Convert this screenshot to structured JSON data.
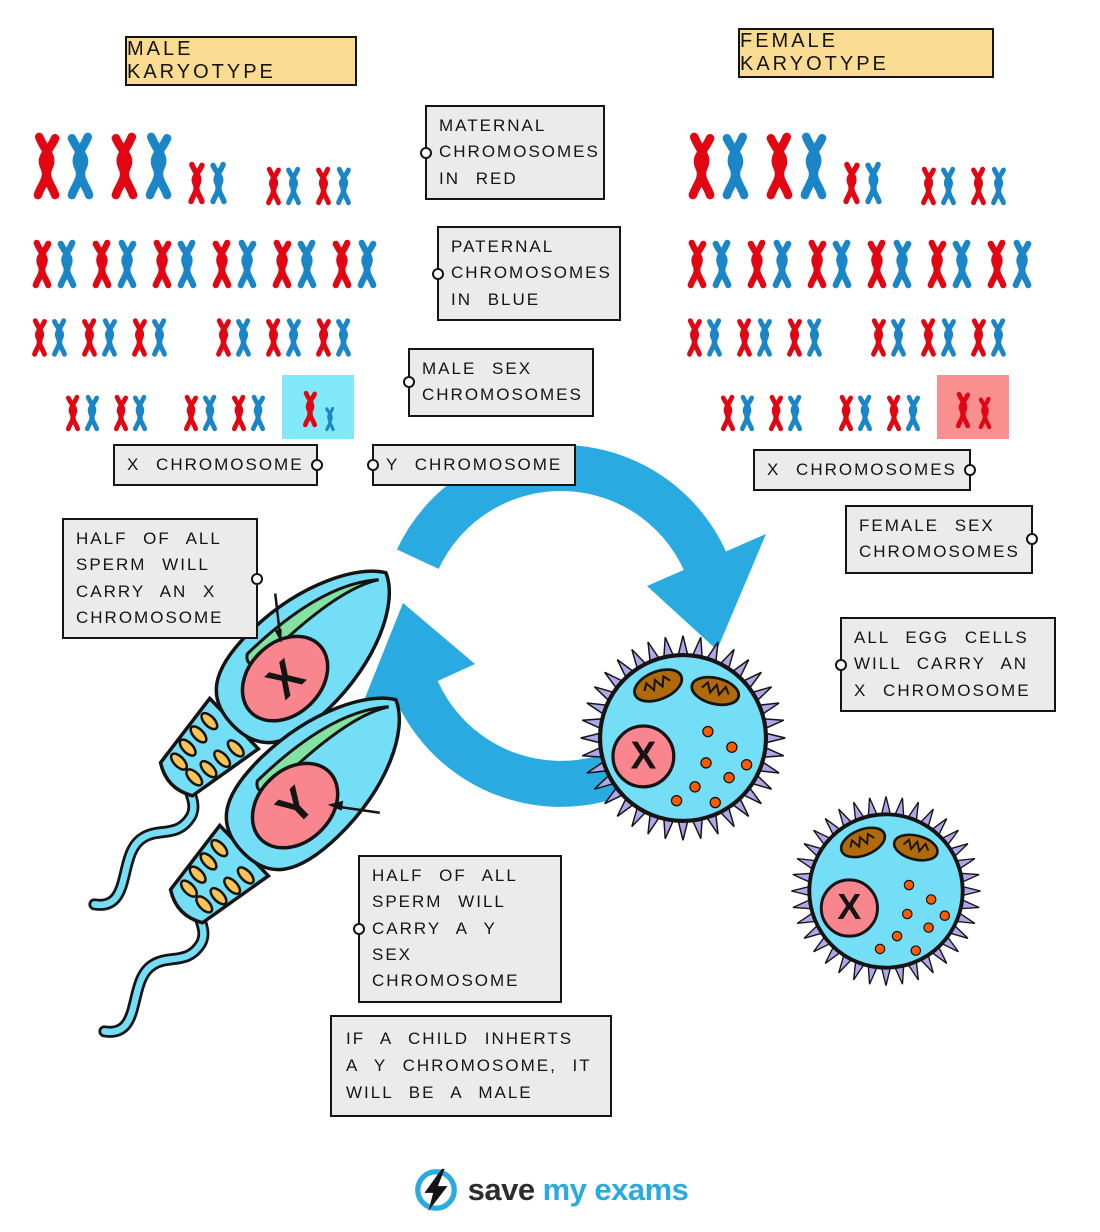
{
  "titles": {
    "male": "MALE KARYOTYPE",
    "female": "FEMALE KARYOTYPE"
  },
  "tags": {
    "maternal": "MATERNAL CHROMOSOMES IN RED",
    "paternal": "PATERNAL CHROMOSOMES IN BLUE",
    "male_sex": "MALE SEX CHROMOSOMES",
    "x_chromosome": "X CHROMOSOME",
    "y_chromosome": "Y CHROMOSOME",
    "x_chromosomes": "X CHROMOSOMES",
    "female_sex": "FEMALE SEX CHROMOSOMES",
    "half_sperm_x": "HALF OF ALL SPERM WILL CARRY AN X CHROMOSOME",
    "all_egg_cells": "ALL EGG CELLS WILL CARRY AN X CHROMOSOME",
    "half_sperm_y": "HALF OF ALL SPERM WILL CARRY A Y SEX CHROMOSOME",
    "child_male": "IF A CHILD INHERTS A Y CHROMOSOME, IT WILL BE A MALE"
  },
  "cells": {
    "sperm_x_label": "X",
    "sperm_y_label": "Y",
    "egg_label": "X"
  },
  "logo": {
    "part1": "save",
    "part2": "my",
    "part3": "exams"
  },
  "colors": {
    "chromo_red": "#E20613",
    "chromo_blue": "#1B86C7",
    "male_sex_box_bg": "#82E9FA",
    "female_sex_box_bg": "#F98F8F",
    "accent_blue": "#29ABE2",
    "cell_body": "#74DEF6",
    "nucleus_pink": "#F9858F",
    "acrosome_green": "#82E2A2",
    "mito_yellow": "#FBC355",
    "egg_spikes": "#B0A6E8",
    "egg_mito_brown": "#B16A0B",
    "egg_dots": "#FF5A00"
  },
  "karyotype": {
    "rows": [
      [
        {
          "h": 96
        },
        {
          "h": 96
        },
        {
          "h": 62
        },
        {
          "gap": 24
        },
        {
          "h": 56
        },
        {
          "h": 56
        }
      ],
      [
        {
          "h": 72
        },
        {
          "h": 72
        },
        {
          "h": 72
        },
        {
          "h": 72
        },
        {
          "h": 72
        },
        {
          "h": 72
        }
      ],
      [
        {
          "h": 55
        },
        {
          "h": 55
        },
        {
          "h": 55
        },
        {
          "gap": 34
        },
        {
          "h": 55
        },
        {
          "h": 55
        },
        {
          "h": 55
        }
      ],
      [
        {
          "gap": 34
        },
        {
          "h": 52
        },
        {
          "h": 52
        },
        {
          "gap": 22
        },
        {
          "h": 52
        },
        {
          "h": 52
        },
        {
          "sex": true
        }
      ]
    ],
    "row_margins": [
      14,
      10,
      10,
      0
    ],
    "male_sex_pair": [
      {
        "c": "red",
        "h": 54
      },
      {
        "c": "blue",
        "h": 34
      }
    ],
    "female_sex_pair": [
      {
        "c": "red",
        "h": 52
      },
      {
        "c": "red",
        "h": 46
      }
    ]
  }
}
